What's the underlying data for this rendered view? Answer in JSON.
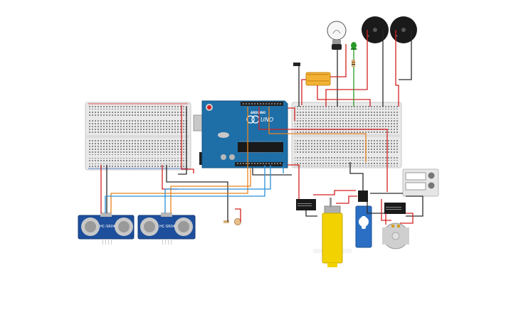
{
  "arduino": {
    "brand": "ARDUINO",
    "model": "UNO"
  },
  "ultrasonic_sensors": [
    {
      "label": "HC-SR04"
    },
    {
      "label": "HC-SR04"
    }
  ],
  "colors": {
    "wire_red": "#d42020",
    "wire_black": "#2a2a2a",
    "wire_orange": "#e8821e",
    "wire_blue": "#2a8fd6",
    "wire_green": "#2a9a2a",
    "arduino_board": "#1e6fa8",
    "breadboard": "#e9e9e9",
    "sensor_board": "#1d4f9c",
    "motor_yellow": "#f2d200",
    "servo_blue": "#2a6fc4",
    "relay_yellow": "#f3b233"
  },
  "icons": [
    "light-bulb-icon",
    "buzzer-icon",
    "led-icon",
    "dc-motor-icon",
    "servo-icon",
    "relay-icon"
  ]
}
